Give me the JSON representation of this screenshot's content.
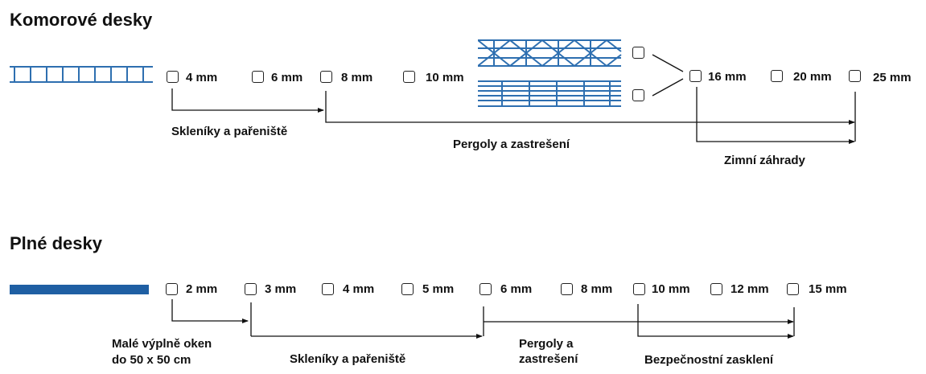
{
  "colors": {
    "accent": "#2e6fb0",
    "solid_panel": "#1f5fa3",
    "line": "#111111"
  },
  "chamber": {
    "title": "Komorové desky",
    "thicknesses": [
      "4 mm",
      "6 mm",
      "8 mm",
      "10 mm",
      "16 mm",
      "20 mm",
      "25 mm"
    ],
    "uses": [
      "Skleníky a pařeniště",
      "Pergoly a zastrešení",
      "Zimní záhrady"
    ]
  },
  "solid": {
    "title": "Plné desky",
    "thicknesses": [
      "2 mm",
      "3 mm",
      "4 mm",
      "5 mm",
      "6 mm",
      "8 mm",
      "10 mm",
      "12 mm",
      "15 mm"
    ],
    "uses": [
      "Malé výplně oken",
      "do 50 x 50 cm",
      "Skleníky a pařeniště",
      "Pergoly a",
      "zastrešení",
      "Bezpečnostní zasklení"
    ]
  }
}
